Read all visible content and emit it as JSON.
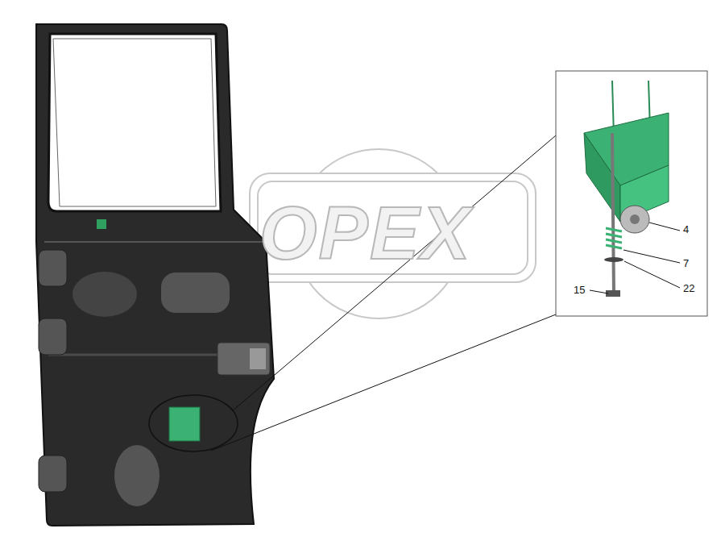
{
  "diagram": {
    "labels": [
      "OPEX",
      "4",
      "7",
      "22",
      "15"
    ]
  }
}
